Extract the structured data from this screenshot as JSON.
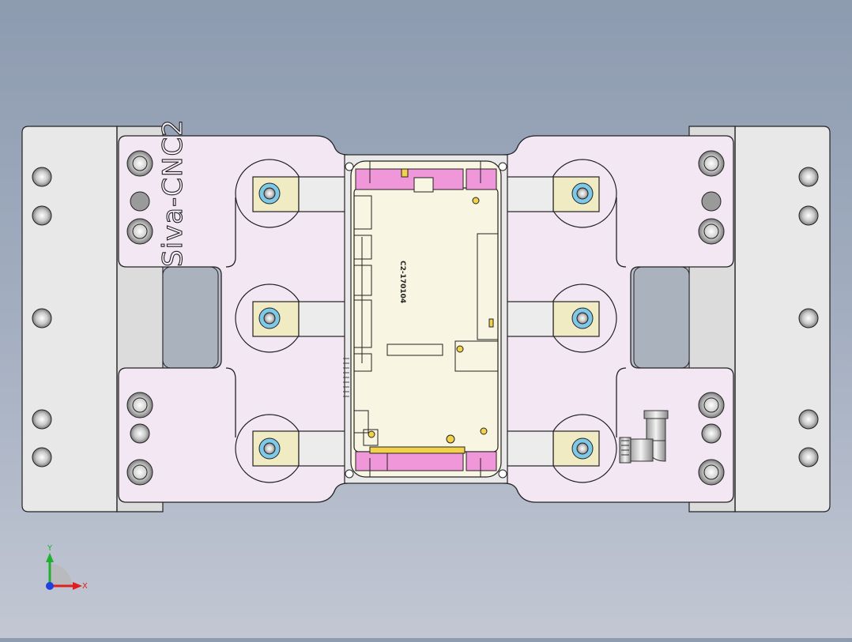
{
  "viewport": {
    "background_top": "#8d9bb0",
    "background_bottom": "#c2c7d3"
  },
  "fixture": {
    "engraving": "Siva-CNC2",
    "part_label": "C2-170104",
    "colors": {
      "base_plate": "#e6e6e6",
      "clamp_plate": "#f3e8f5",
      "part_body": "#f8f6e3",
      "pink_features": "#ef97d8",
      "yellow_features": "#f1d24a",
      "bolt_cyan": "#7ec8e8",
      "outline": "#222222"
    }
  },
  "triad": {
    "x_label": "X",
    "y_label": "Y",
    "x_color": "#e02020",
    "y_color": "#20b030",
    "z_color": "#2040e0"
  }
}
